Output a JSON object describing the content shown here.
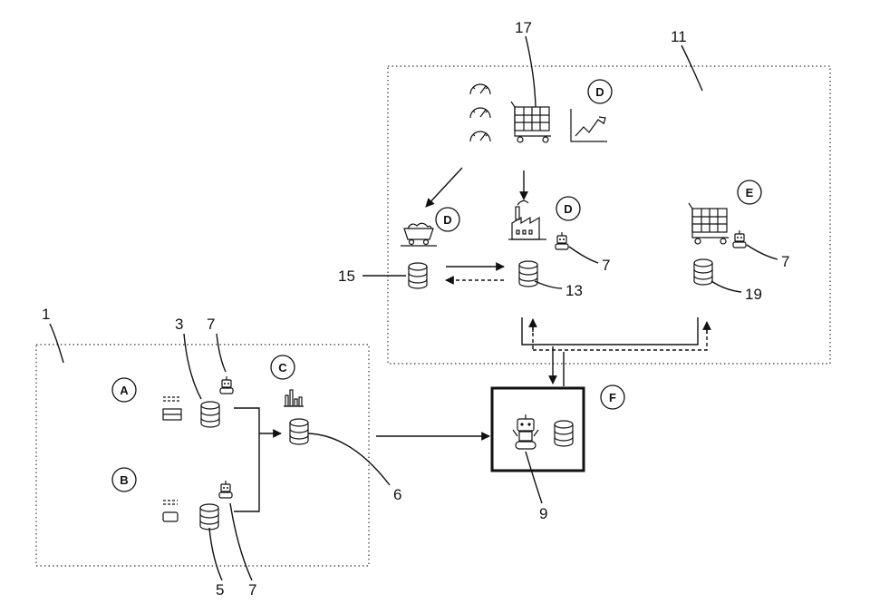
{
  "reference_numerals": {
    "n1": "1",
    "n3": "3",
    "n5": "5",
    "n6": "6",
    "n7a": "7",
    "n7b": "7",
    "n7c": "7",
    "n7d": "7",
    "n9": "9",
    "n11": "11",
    "n13": "13",
    "n15": "15",
    "n17": "17",
    "n19": "19"
  },
  "circle_labels": {
    "A": "A",
    "B": "B",
    "C": "C",
    "D_top": "D",
    "D_mine": "D",
    "D_factory": "D",
    "E": "E",
    "F": "F"
  }
}
